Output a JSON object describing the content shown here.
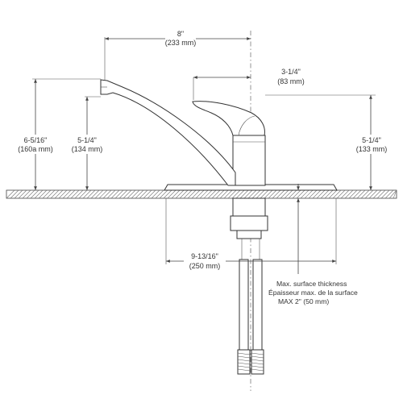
{
  "dimensions": {
    "spout_reach": {
      "imperial": "8\"",
      "metric": "(233 mm)"
    },
    "handle_reach": {
      "imperial": "3-1/4\"",
      "metric": "(83 mm)"
    },
    "overall_height": {
      "imperial": "6-5/16\"",
      "metric": "(160a mm)"
    },
    "spout_height": {
      "imperial": "5-1/4\"",
      "metric": "(134 mm)"
    },
    "handle_height": {
      "imperial": "5-1/4\"",
      "metric": "(133 mm)"
    },
    "deck_plate": {
      "imperial": "9-13/16\"",
      "metric": "(250 mm)"
    }
  },
  "note": {
    "line1": "Max. surface thickness",
    "line2": "Épaisseur max. de la surface",
    "line3": "MAX 2\" (50 mm)"
  }
}
